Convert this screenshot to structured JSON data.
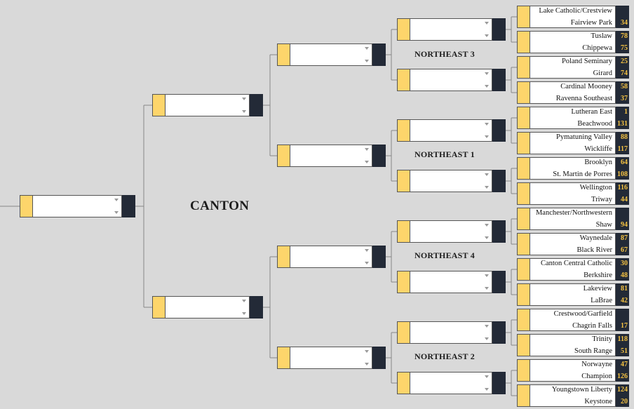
{
  "colors": {
    "background": "#d9d9d9",
    "seed_fill": "#fdd56b",
    "score_bg": "#232a37",
    "score_text": "#f5c242",
    "line": "#888888"
  },
  "center_label": "CANTON",
  "region_labels": [
    "NORTHEAST 3",
    "NORTHEAST 1",
    "NORTHEAST 4",
    "NORTHEAST 2"
  ],
  "first_round": [
    {
      "team1": "Lake Catholic/Crestview",
      "score1": "",
      "team2": "Fairview Park",
      "score2": "34"
    },
    {
      "team1": "Tuslaw",
      "score1": "78",
      "team2": "Chippewa",
      "score2": "75"
    },
    {
      "team1": "Poland Seminary",
      "score1": "25",
      "team2": "Girard",
      "score2": "74"
    },
    {
      "team1": "Cardinal Mooney",
      "score1": "58",
      "team2": "Ravenna Southeast",
      "score2": "37"
    },
    {
      "team1": "Lutheran East",
      "score1": "1",
      "team2": "Beachwood",
      "score2": "131"
    },
    {
      "team1": "Pymatuning Valley",
      "score1": "88",
      "team2": "Wickliffe",
      "score2": "117"
    },
    {
      "team1": "Brooklyn",
      "score1": "64",
      "team2": "St. Martin de Porres",
      "score2": "108"
    },
    {
      "team1": "Wellington",
      "score1": "116",
      "team2": "Triway",
      "score2": "44"
    },
    {
      "team1": "Manchester/Northwestern",
      "score1": "",
      "team2": "Shaw",
      "score2": "94"
    },
    {
      "team1": "Waynedale",
      "score1": "87",
      "team2": "Black River",
      "score2": "67"
    },
    {
      "team1": "Canton Central Catholic",
      "score1": "30",
      "team2": "Berkshire",
      "score2": "48"
    },
    {
      "team1": "Lakeview",
      "score1": "81",
      "team2": "LaBrae",
      "score2": "42"
    },
    {
      "team1": "Crestwood/Garfield",
      "score1": "",
      "team2": "Chagrin Falls",
      "score2": "17"
    },
    {
      "team1": "Trinity",
      "score1": "118",
      "team2": "South Range",
      "score2": "51"
    },
    {
      "team1": "Norwayne",
      "score1": "47",
      "team2": "Champion",
      "score2": "126"
    },
    {
      "team1": "Youngstown Liberty",
      "score1": "124",
      "team2": "Keystone",
      "score2": "20"
    }
  ]
}
